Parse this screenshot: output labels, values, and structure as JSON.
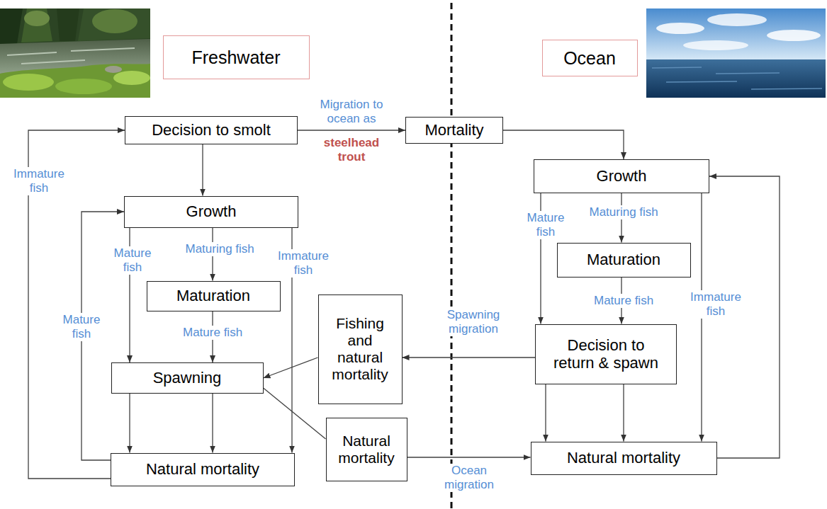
{
  "diagram": {
    "nodes": [
      {
        "text": [
          "Freshwater"
        ]
      },
      {
        "text": [
          "Ocean"
        ]
      },
      {
        "text": [
          "Decision to smolt"
        ]
      },
      {
        "text": [
          "Mortality"
        ]
      },
      {
        "text": [
          "Growth"
        ]
      },
      {
        "text": [
          "Growth"
        ]
      },
      {
        "text": [
          "Maturation"
        ]
      },
      {
        "text": [
          "Maturation"
        ]
      },
      {
        "text": [
          "Fishing and natural mortality"
        ]
      },
      {
        "text": [
          "Decision to return & spawn"
        ]
      },
      {
        "text": [
          "Spawning"
        ]
      },
      {
        "text": [
          "Natural mortality"
        ]
      },
      {
        "text": [
          "Natural mortality"
        ]
      },
      {
        "text": [
          "Natural mortality"
        ]
      }
    ],
    "edges": [
      {
        "from": 2,
        "to": 3,
        "label": "Migration to ocean as",
        "arrow": "to"
      },
      {
        "from": 2,
        "to": 4,
        "arrow": "to"
      },
      {
        "from": 3,
        "to": 5,
        "arrow": "to"
      },
      {
        "from": 4,
        "to": 6,
        "label": "Maturing fish",
        "arrow": "to"
      },
      {
        "from": 4,
        "to": 10,
        "label": "Mature fish",
        "arrow": "to"
      },
      {
        "from": 4,
        "to": 13,
        "label": "Immature fish",
        "arrow": "to"
      },
      {
        "from": 6,
        "to": 10,
        "label": "Mature fish",
        "arrow": "to"
      },
      {
        "from": 10,
        "to": 13,
        "arrow": "to"
      },
      {
        "from": 10,
        "to": 13,
        "arrow": "to"
      },
      {
        "from": 13,
        "to": 4,
        "label": "Mature fish",
        "arrow": "to"
      },
      {
        "from": 13,
        "to": 2,
        "label": "Immature fish",
        "arrow": "to"
      },
      {
        "from": 10,
        "to": 11,
        "arrow": "none"
      },
      {
        "from": 11,
        "to": 12,
        "label": "Ocean migration",
        "arrow": "to"
      },
      {
        "from": 5,
        "to": 7,
        "label": "Maturing fish",
        "arrow": "to"
      },
      {
        "from": 5,
        "to": 9,
        "label": "Mature fish",
        "arrow": "to"
      },
      {
        "from": 5,
        "to": 12,
        "label": "Immature fish",
        "arrow": "to"
      },
      {
        "from": 7,
        "to": 9,
        "label": "Mature fish",
        "arrow": "to"
      },
      {
        "from": 9,
        "to": 8,
        "label": "Spawning migration",
        "arrow": "to"
      },
      {
        "from": 8,
        "to": 10,
        "arrow": "to"
      },
      {
        "from": 9,
        "to": 12,
        "arrow": "to"
      },
      {
        "from": 9,
        "to": 12,
        "arrow": "to"
      },
      {
        "from": 12,
        "to": 5,
        "arrow": "to"
      }
    ],
    "labels": [
      "steelhead trout"
    ]
  }
}
